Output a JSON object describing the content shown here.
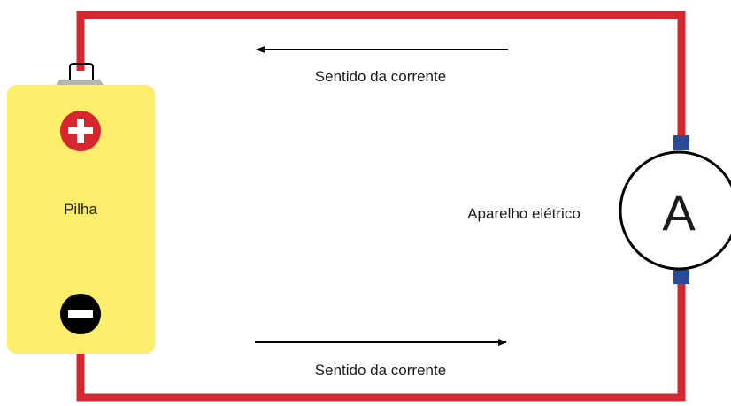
{
  "labels": {
    "battery": "Pilha",
    "device": "Aparelho elétrico",
    "device_symbol": "A",
    "current_top": "Sentido da corrente",
    "current_bottom": "Sentido da corrente"
  },
  "colors": {
    "wire": "#d7262e",
    "battery_body": "#fbee6a",
    "battery_cap": "#b3b3b3",
    "positive_terminal": "#d7262e",
    "negative_terminal": "#000000",
    "connector": "#2a4a9a",
    "arrow": "#000000"
  },
  "icons": {
    "positive": "plus-circle-icon",
    "negative": "minus-circle-icon",
    "current_top": "arrow-left-icon",
    "current_bottom": "arrow-right-icon"
  }
}
